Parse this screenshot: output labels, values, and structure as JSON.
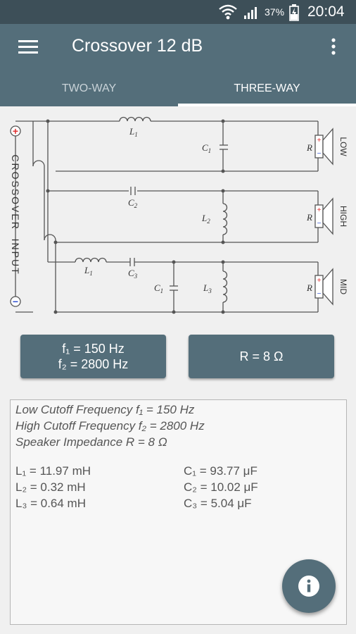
{
  "status_bar": {
    "battery_percent": "37%",
    "time": "20:04"
  },
  "app_bar": {
    "title": "Crossover 12 dB"
  },
  "tabs": [
    {
      "label": "TWO-WAY",
      "active": false
    },
    {
      "label": "THREE-WAY",
      "active": true
    }
  ],
  "circuit": {
    "input_label": "CROSSOVER  INPUT",
    "plus_symbol": "+",
    "minus_symbol": "−",
    "low": {
      "speaker": "LOW",
      "L": "L",
      "L_sub": "1",
      "C": "C",
      "C_sub": "1",
      "R": "R"
    },
    "high": {
      "speaker": "HIGH",
      "C": "C",
      "C_sub": "2",
      "L": "L",
      "L_sub": "2",
      "R": "R"
    },
    "mid": {
      "speaker": "MID",
      "L1": "L",
      "L1_sub": "1",
      "C3": "C",
      "C3_sub": "3",
      "C1": "C",
      "C1_sub": "1",
      "L3": "L",
      "L3_sub": "3",
      "R": "R"
    }
  },
  "buttons": {
    "frequency_line1": "f₁ = 150 Hz",
    "frequency_line2": "f₂ = 2800 Hz",
    "resistance": "R = 8 Ω"
  },
  "results": {
    "low_cutoff": "Low Cutoff Frequency f₁ = 150 Hz",
    "high_cutoff": "High Cutoff Frequency f₂ = 2800 Hz",
    "impedance": "Speaker Impedance R = 8 Ω",
    "L1": "L₁ = 11.97 mH",
    "L2": "L₂ = 0.32 mH",
    "L3": "L₃ = 0.64 mH",
    "C1": "C₁ = 93.77 μF",
    "C2": "C₂ = 10.02 μF",
    "C3": "C₃ = 5.04 μF"
  },
  "colors": {
    "primary": "#546e7a",
    "status_bar": "#3d4f58",
    "wire": "#555555",
    "plus_red": "#e03030",
    "minus_blue": "#3050d0"
  },
  "icons": {
    "menu": "hamburger-menu-icon",
    "more": "more-vert-icon",
    "fab": "info-icon",
    "wifi": "wifi-icon",
    "signal": "cell-signal-icon",
    "battery": "battery-charging-icon"
  }
}
